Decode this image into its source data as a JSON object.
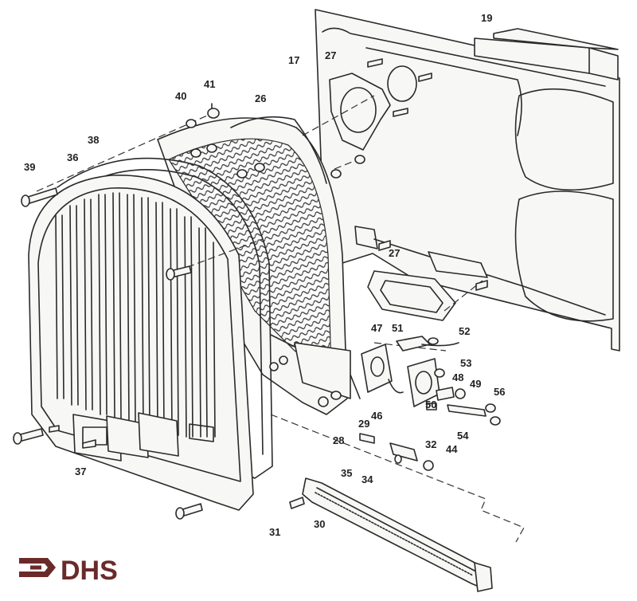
{
  "diagram": {
    "callouts": [
      "19",
      "17",
      "27",
      "41",
      "40",
      "26",
      "38",
      "39",
      "36",
      "27",
      "47",
      "51",
      "52",
      "53",
      "48",
      "49",
      "56",
      "50",
      "46",
      "29",
      "28",
      "54",
      "32",
      "44",
      "37",
      "35",
      "34",
      "30",
      "31"
    ],
    "logo": {
      "text": "DHS",
      "color": "#6b2a2a"
    }
  }
}
